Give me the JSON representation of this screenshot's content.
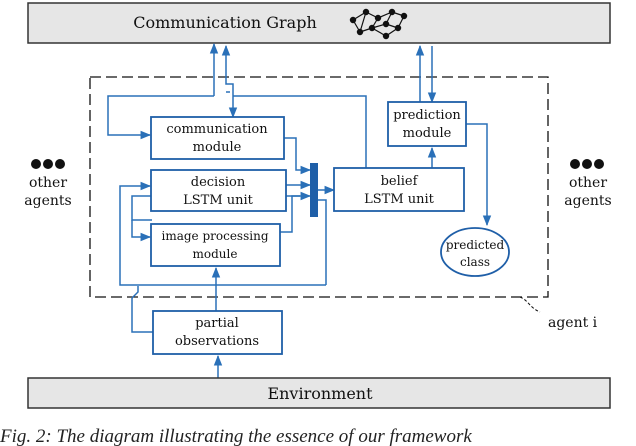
{
  "top_bar": {
    "label": "Communication Graph",
    "icon": "network-graph-icon"
  },
  "bottom_bar": {
    "label": "Environment"
  },
  "modules": {
    "communication": [
      "communication",
      "module"
    ],
    "decision": [
      "decision",
      "LSTM unit"
    ],
    "image": [
      "image processing",
      "module"
    ],
    "belief": [
      "belief",
      "LSTM unit"
    ],
    "prediction": [
      "prediction",
      "module"
    ],
    "predicted": [
      "predicted",
      "class"
    ],
    "partial": [
      "partial",
      "observations"
    ]
  },
  "side_labels": {
    "left": [
      "other",
      "agents"
    ],
    "right": [
      "other",
      "agents"
    ]
  },
  "agent_label": "agent i",
  "caption": "Fig. 2: The diagram illustrating the essence of our framework",
  "colors": {
    "box_stroke": "#1f5fa8",
    "arrow": "#2a70b8",
    "bar_fill": "#e6e6e6",
    "bar_stroke": "#333333",
    "ellipse_fill": "#ffffff"
  }
}
